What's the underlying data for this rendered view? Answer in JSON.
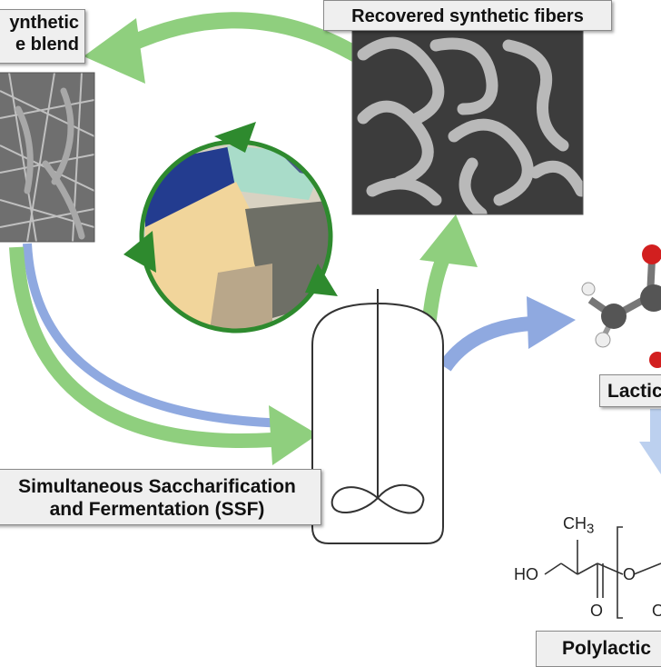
{
  "labels": {
    "blend_line1": "ynthetic",
    "blend_line2": "e blend",
    "recovered": "Recovered synthetic fibers",
    "ssf_line1": "Simultaneous Saccharification",
    "ssf_line2": "and Fermentation (SSF)",
    "lactic": "Lactic",
    "pla": "Polylactic"
  },
  "chemistry": {
    "methyl": "CH3",
    "hydroxyl": "HO",
    "carbonyl_o": "O",
    "ester_o": "O",
    "partial_o": "O"
  },
  "colors": {
    "green_arrow": "#8fcf7e",
    "blue_arrow": "#8fa9e0",
    "cycle_green": "#2e8a2e",
    "sem_gray": "#7a7a7a",
    "label_bg": "#efefef"
  },
  "icons": [
    "sem-fabric-blend-image",
    "sem-recovered-fibers-image",
    "textile-waste-photo",
    "bioreactor-icon",
    "lactic-acid-molecule-icon",
    "pla-structure-icon"
  ]
}
